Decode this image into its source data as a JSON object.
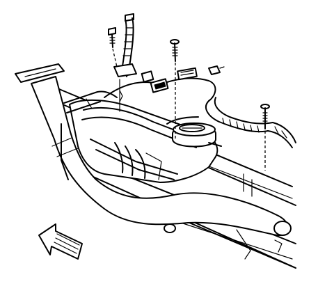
{
  "diagram": {
    "labels": [],
    "colors": {
      "line": "#000000",
      "background": "#ffffff"
    },
    "icons": [
      "front-direction-arrow-icon"
    ],
    "parts": [
      "exhaust-pipe",
      "exhaust-flange",
      "catalytic-converter",
      "vehicle-frame-rail",
      "crossmember",
      "fuel-tank",
      "fuel-pump-module",
      "wiring-harness",
      "harness-mounting-bolt-left",
      "harness-mounting-bolt-center",
      "harness-mounting-bolt-right",
      "harness-connector",
      "harness-retainer-clip"
    ]
  }
}
